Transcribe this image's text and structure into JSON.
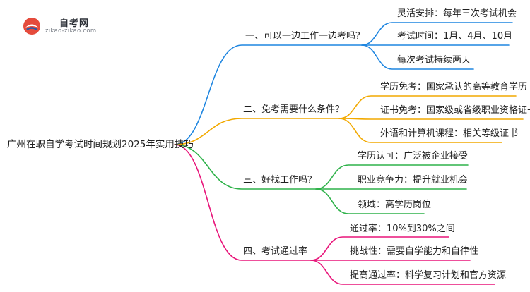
{
  "logo": {
    "title": "自考网",
    "subtitle": "zikao-zikao.com"
  },
  "colors": {
    "blue": "#1f86e0",
    "orange": "#f2a900",
    "green": "#2fb24a",
    "pink": "#e8157a",
    "logo_red": "#e54b3c",
    "logo_blue": "#2a5aa8"
  },
  "mindmap": {
    "root": "广州在职自学考试时间规划2025年实用技巧",
    "branches": [
      {
        "label": "一、可以一边工作一边考吗？",
        "color": "blue",
        "leaves": [
          "灵活安排：每年三次考试机会",
          "考试时间：1月、4月、10月",
          "每次考试持续两天"
        ]
      },
      {
        "label": "二、免考需要什么条件？",
        "color": "orange",
        "leaves": [
          "学历免考：国家承认的高等教育学历",
          "证书免考：国家级或省级职业资格证书",
          "外语和计算机课程：相关等级证书"
        ]
      },
      {
        "label": "三、好找工作吗？",
        "color": "green",
        "leaves": [
          "学历认可：广泛被企业接受",
          "职业竞争力：提升就业机会",
          "领域：高学历岗位"
        ]
      },
      {
        "label": "四、考试通过率",
        "color": "pink",
        "leaves": [
          "通过率：10%到30%之间",
          "挑战性：需要自学能力和自律性",
          "提高通过率：科学复习计划和官方资源"
        ]
      }
    ]
  }
}
